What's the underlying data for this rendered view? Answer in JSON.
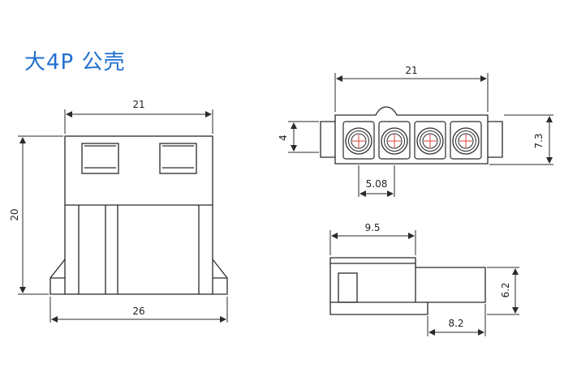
{
  "title": "大4P 公壳",
  "colors": {
    "title": "#1f6fd0",
    "line": "#2a2a2a",
    "pin_mark": "#e04040"
  },
  "dimensions": {
    "front_top_width": "21",
    "front_height": "20",
    "front_base_width": "26",
    "end_width": "21",
    "end_height_left": "4",
    "end_height_right": "7.3",
    "pin_pitch": "5.08",
    "side_top_length": "9.5",
    "side_height": "6.2",
    "side_bottom_length": "8.2"
  },
  "pins": {
    "count": 4
  }
}
